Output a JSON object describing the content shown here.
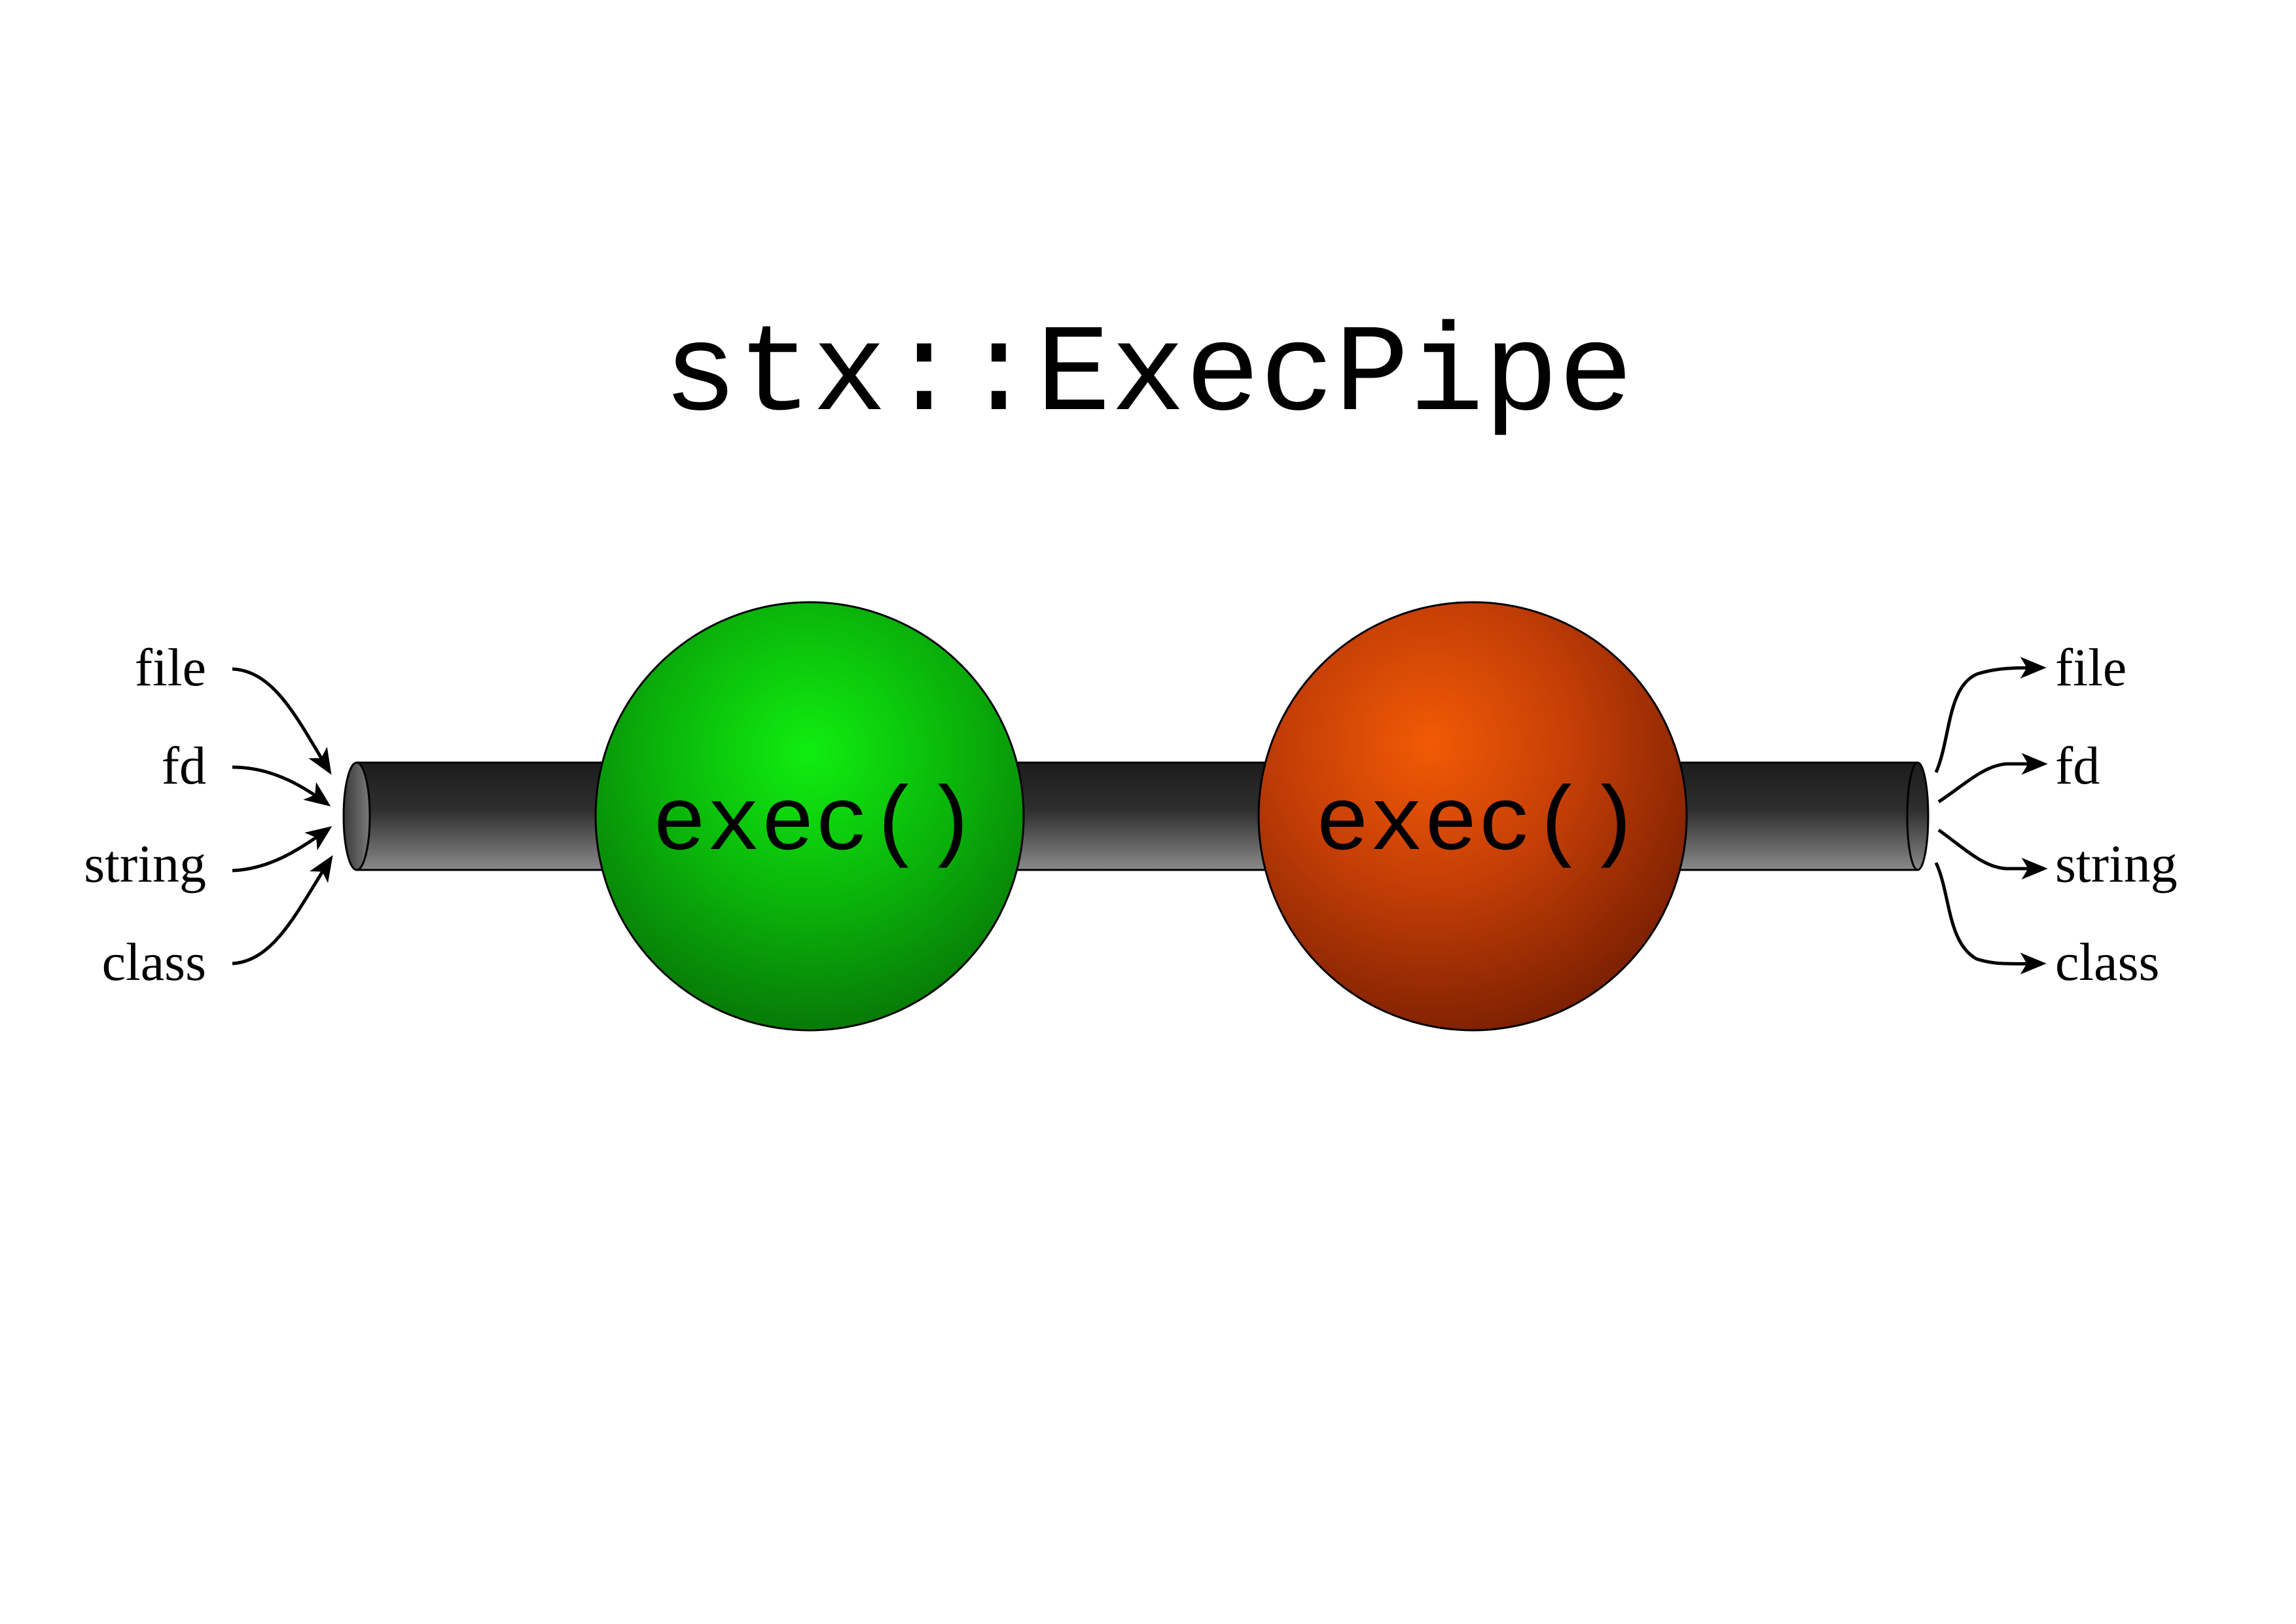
{
  "title": "stx::ExecPipe",
  "colors": {
    "pipe": "#2b2b2b",
    "stage_1": "#12c812",
    "stage_2": "#d9480a",
    "background": "#ffffff"
  },
  "stages": [
    {
      "label": "exec()"
    },
    {
      "label": "exec()"
    }
  ],
  "inputs": [
    {
      "label": "file"
    },
    {
      "label": "fd"
    },
    {
      "label": "string"
    },
    {
      "label": "class"
    }
  ],
  "outputs": [
    {
      "label": "file"
    },
    {
      "label": "fd"
    },
    {
      "label": "string"
    },
    {
      "label": "class"
    }
  ]
}
